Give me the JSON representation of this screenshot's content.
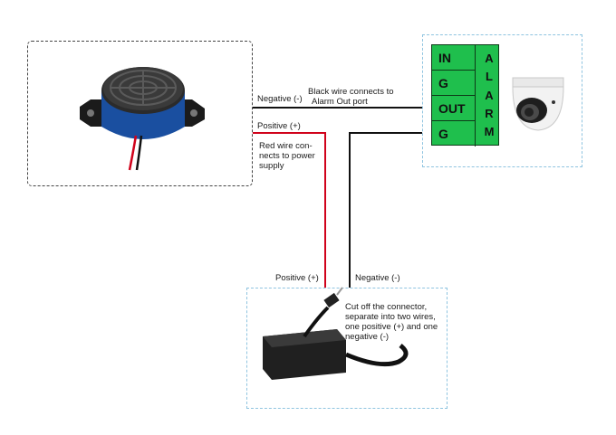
{
  "buzzer": {
    "negative_label": "Negative (-)",
    "positive_label": "Positive (+)",
    "black_wire_note_1": "Black wire connects to",
    "black_wire_note_2": "Alarm Out port",
    "red_wire_note_1": "Red wire con-",
    "red_wire_note_2": "nects to power",
    "red_wire_note_3": "supply"
  },
  "terminal": {
    "rows": [
      "IN",
      "G",
      "OUT",
      "G"
    ],
    "side_letters": [
      "A",
      "L",
      "A",
      "R",
      "M"
    ]
  },
  "power_supply": {
    "positive_label": "Positive (+)",
    "negative_label": "Negative (-)",
    "note_1": "Cut off the connector,",
    "note_2": "separate into two wires,",
    "note_3": "one positive (+) and one",
    "note_4": "negative (-)"
  },
  "colors": {
    "red_wire": "#d0021b",
    "black_wire": "#111111",
    "terminal_green": "#1fbf4d",
    "dashed_blue": "#8fc4e0"
  }
}
